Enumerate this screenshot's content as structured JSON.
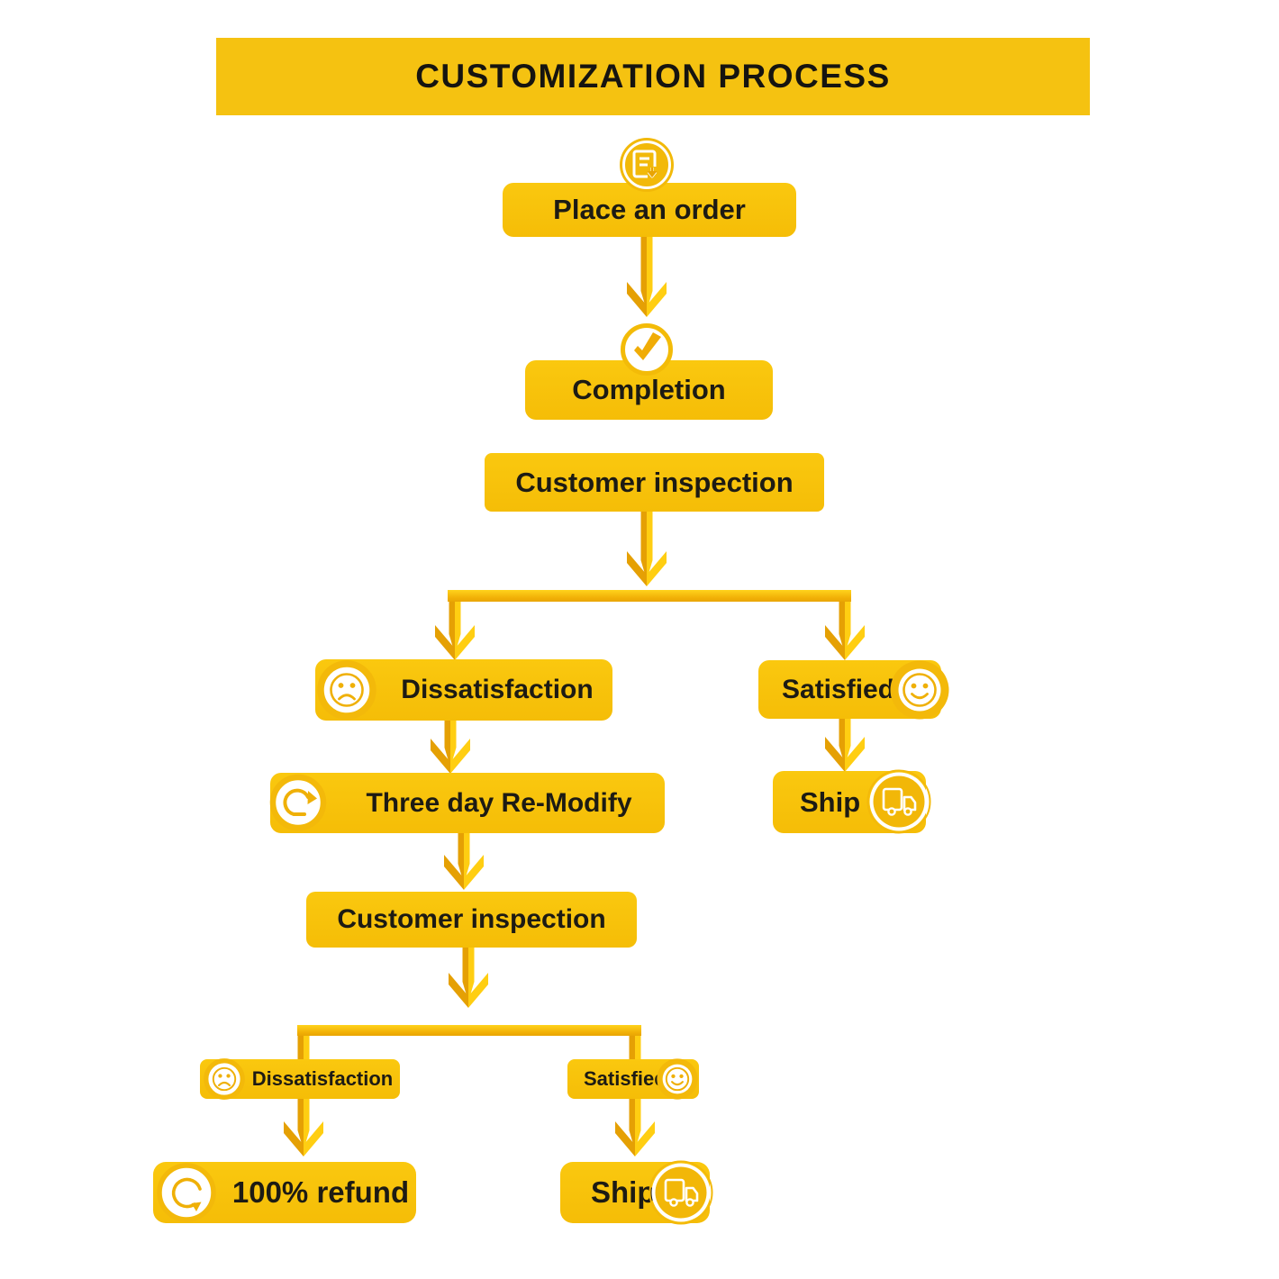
{
  "title": "CUSTOMIZATION PROCESS",
  "nodes": {
    "place_order": "Place an order",
    "completion": "Completion",
    "inspection1": "Customer inspection",
    "dissatisfaction1": "Dissatisfaction",
    "satisfied1": "Satisfied",
    "remodify": "Three day Re-Modify",
    "ship1": "Ship",
    "inspection2": "Customer inspection",
    "dissatisfaction2": "Dissatisfaction",
    "satisfied2": "Satisfied",
    "refund": "100% refund",
    "ship2": "Ship"
  },
  "icons": {
    "place_order": "order-document-icon",
    "completion": "checkmark-icon",
    "dissatisfaction": "sad-face-icon",
    "satisfied": "happy-face-icon",
    "remodify": "redo-arrow-icon",
    "ship": "delivery-truck-icon",
    "refund": "refund-cycle-icon"
  },
  "colors": {
    "gold": "#F7C40D",
    "arrow_dark": "#E5A004",
    "arrow_light": "#FFCE12",
    "text": "#1D1B14",
    "background": "#FFFFFF"
  }
}
